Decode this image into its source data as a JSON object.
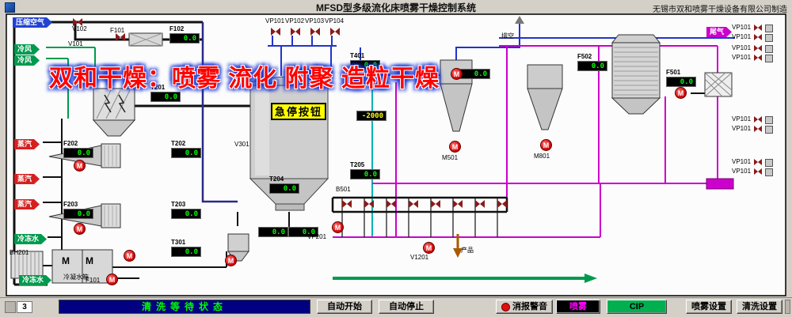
{
  "titlebar": {
    "title": "MFSD型多级流化床喷雾干燥控制系统",
    "manufacturer": "无锡市双和喷雾干燥设备有限公司制造"
  },
  "watermark": "双和干燥：喷雾 流化 附聚 造粒干燥",
  "estop_label": "急停按钮",
  "pump_letter": "M",
  "source_tags": [
    {
      "label": "压缩空气",
      "color": "#2143d1"
    },
    {
      "label": "冷风",
      "color": "#009a4e"
    },
    {
      "label": "冷风",
      "color": "#009a4e"
    },
    {
      "label": "蒸汽",
      "color": "#d62020"
    },
    {
      "label": "蒸汽",
      "color": "#d62020"
    },
    {
      "label": "蒸汽",
      "color": "#d62020"
    },
    {
      "label": "冷冻水",
      "color": "#009a4e"
    },
    {
      "label": "冷冻水",
      "color": "#009a4e"
    },
    {
      "label": "尾气",
      "color": "#cc00cc"
    }
  ],
  "displays": [
    {
      "label": "F102",
      "value": "0.0"
    },
    {
      "label": "T201",
      "value": "0.0"
    },
    {
      "label": "F202",
      "value": "0.0"
    },
    {
      "label": "T202",
      "value": "0.0"
    },
    {
      "label": "F203",
      "value": "0.0"
    },
    {
      "label": "T203",
      "value": "0.0"
    },
    {
      "label": "T301",
      "value": "0.0"
    },
    {
      "label": "T401",
      "value": "0.0"
    },
    {
      "label": "T205",
      "value": "0.0"
    },
    {
      "label": "T204",
      "value": "0.0"
    },
    {
      "label": "",
      "value": "-2000",
      "color": "yellow"
    },
    {
      "label": "",
      "value": "0.0"
    },
    {
      "label": "",
      "value": "0.0"
    },
    {
      "label": "",
      "value": "0.0"
    },
    {
      "label": "F502",
      "value": "0.0"
    },
    {
      "label": "F501",
      "value": "0.0"
    }
  ],
  "plain_labels": [
    {
      "text": "V102"
    },
    {
      "text": "V101"
    },
    {
      "text": "F101"
    },
    {
      "text": "VP101"
    },
    {
      "text": "VP102"
    },
    {
      "text": "VP103"
    },
    {
      "text": "VP104"
    },
    {
      "text": "排空"
    },
    {
      "text": "V301"
    },
    {
      "text": "B501"
    },
    {
      "text": "M501"
    },
    {
      "text": "M801"
    },
    {
      "text": "VP201"
    },
    {
      "text": "V1201"
    },
    {
      "text": "BH201"
    },
    {
      "text": "冷凝水箱"
    },
    {
      "text": "产品"
    },
    {
      "text": "F101"
    },
    {
      "text": "M"
    },
    {
      "text": "M"
    }
  ],
  "right_valves": [
    {
      "label": "VP101"
    },
    {
      "label": "VP101"
    },
    {
      "label": "VP101"
    },
    {
      "label": "VP101"
    },
    {
      "label": "VP101"
    },
    {
      "label": "VP101"
    },
    {
      "label": "VP101"
    },
    {
      "label": "VP101"
    }
  ],
  "bottom": {
    "counter": "3",
    "status": "清洗等待状态",
    "buttons": {
      "auto_start": "自动开始",
      "auto_stop": "自动停止",
      "mute_alarm": "消报警音",
      "spray": "喷雾",
      "cip": "CIP",
      "spray_settings": "喷雾设置",
      "clean_settings": "清洗设置"
    }
  }
}
